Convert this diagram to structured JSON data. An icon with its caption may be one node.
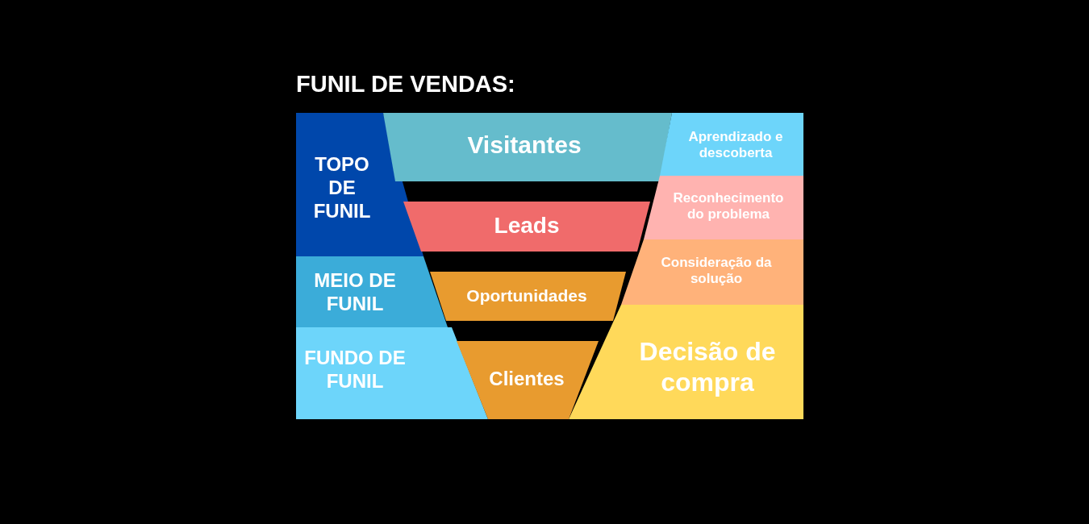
{
  "diagram": {
    "title": "FUNIL DE VENDAS:",
    "nodes": [
      {
        "text": [
          "TOPO DE FUNIL"
        ]
      },
      {
        "text": [
          "MEIO DE FUNIL"
        ]
      },
      {
        "text": [
          "FUNDO DE FUNIL"
        ]
      },
      {
        "text": [
          "Visitantes"
        ]
      },
      {
        "text": [
          "Leads"
        ]
      },
      {
        "text": [
          "Oportunidades"
        ]
      },
      {
        "text": [
          "Clientes"
        ]
      },
      {
        "text": [
          "Aprendizado e descoberta"
        ]
      },
      {
        "text": [
          "Reconhecimento do problema"
        ]
      },
      {
        "text": [
          "Consideração da solução"
        ]
      },
      {
        "text": [
          "Decisão de compra"
        ]
      }
    ]
  }
}
